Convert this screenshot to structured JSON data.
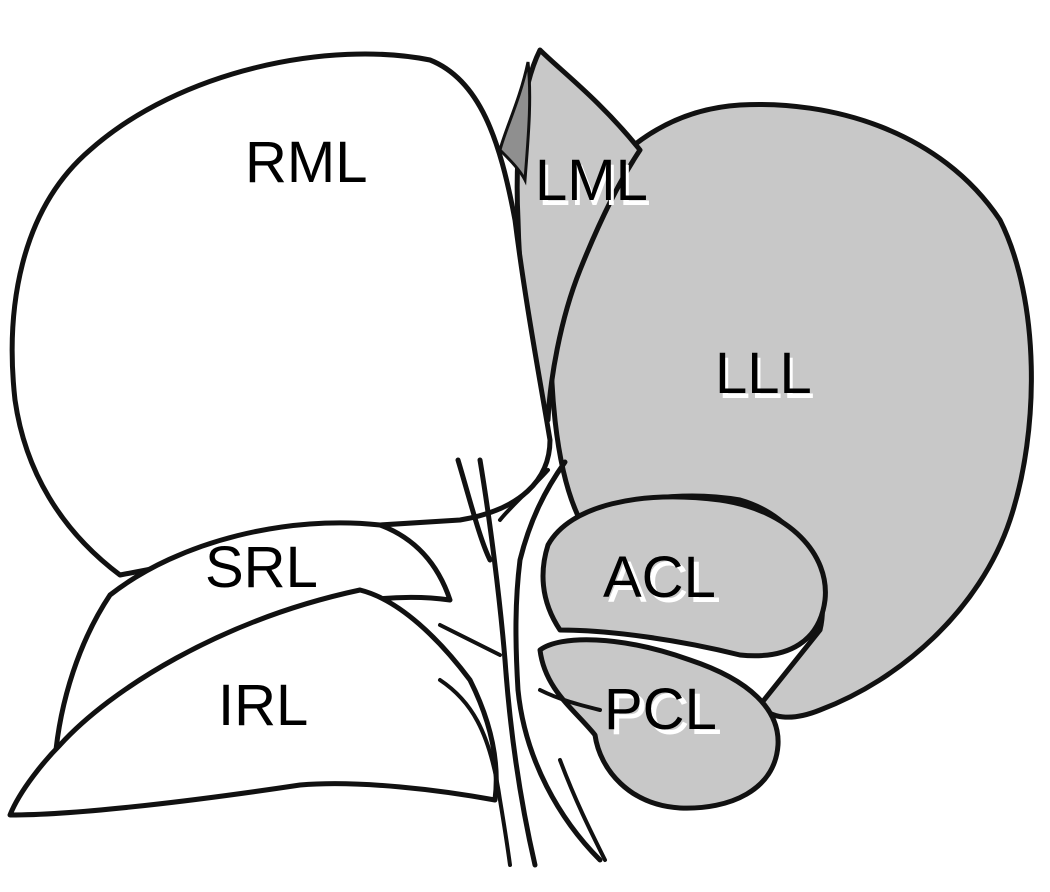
{
  "colors": {
    "background": "#ffffff",
    "outline": "#111111",
    "light_lobe_fill": "#ffffff",
    "shaded_lobe_fill": "#c8c8c8",
    "label_text": "#000000"
  },
  "labels": {
    "rml": "RML",
    "lml": "LML",
    "lll": "LLL",
    "srl": "SRL",
    "acl": "ACL",
    "irl": "IRL",
    "pcl": "PCL"
  }
}
